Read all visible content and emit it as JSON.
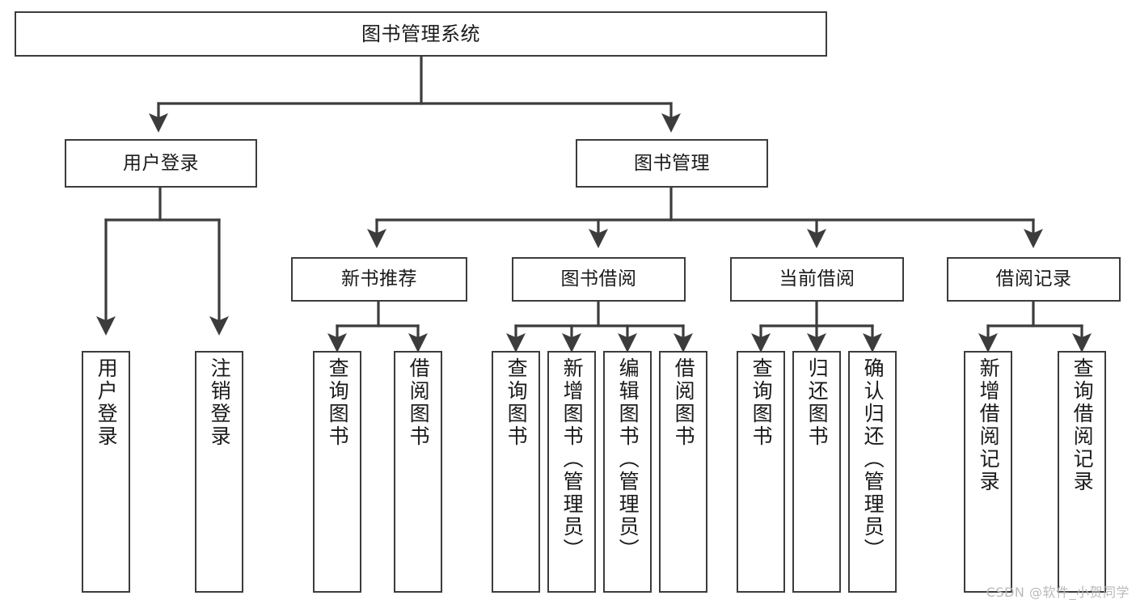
{
  "diagram": {
    "title": "图书管理系统",
    "type": "tree",
    "colors": {
      "background": "#ffffff",
      "box_border": "#3c3c3c",
      "box_fill": "#ffffff",
      "connector": "#3c3c3c",
      "text": "#1a1a1a",
      "watermark": "#b9b9b9"
    },
    "root": {
      "id": "root",
      "label": "图书管理系统"
    },
    "level2": [
      {
        "id": "user-login",
        "label": "用户登录"
      },
      {
        "id": "book-manage",
        "label": "图书管理"
      }
    ],
    "level3": [
      {
        "id": "new-book-recommend",
        "label": "新书推荐"
      },
      {
        "id": "book-borrow",
        "label": "图书借阅"
      },
      {
        "id": "current-borrow",
        "label": "当前借阅"
      },
      {
        "id": "borrow-record",
        "label": "借阅记录"
      }
    ],
    "leaves": {
      "user_login": [
        {
          "id": "leaf-user-login",
          "label": "用户登录"
        },
        {
          "id": "leaf-logout",
          "label": "注销登录"
        }
      ],
      "new_book_recommend": [
        {
          "id": "leaf-query-book-1",
          "label": "查询图书"
        },
        {
          "id": "leaf-borrow-book-1",
          "label": "借阅图书"
        }
      ],
      "book_borrow": [
        {
          "id": "leaf-query-book-2",
          "label": "查询图书"
        },
        {
          "id": "leaf-add-book",
          "label": "新增图书（管理员）"
        },
        {
          "id": "leaf-edit-book",
          "label": "编辑图书（管理员）"
        },
        {
          "id": "leaf-borrow-book-2",
          "label": "借阅图书"
        }
      ],
      "current_borrow": [
        {
          "id": "leaf-query-book-3",
          "label": "查询图书"
        },
        {
          "id": "leaf-return-book",
          "label": "归还图书"
        },
        {
          "id": "leaf-confirm-return",
          "label": "确认归还（管理员）"
        }
      ],
      "borrow_record": [
        {
          "id": "leaf-add-record",
          "label": "新增借阅记录"
        },
        {
          "id": "leaf-query-record",
          "label": "查询借阅记录"
        }
      ]
    }
  },
  "watermark": {
    "text": "CSDN @软件_小贺同学"
  }
}
